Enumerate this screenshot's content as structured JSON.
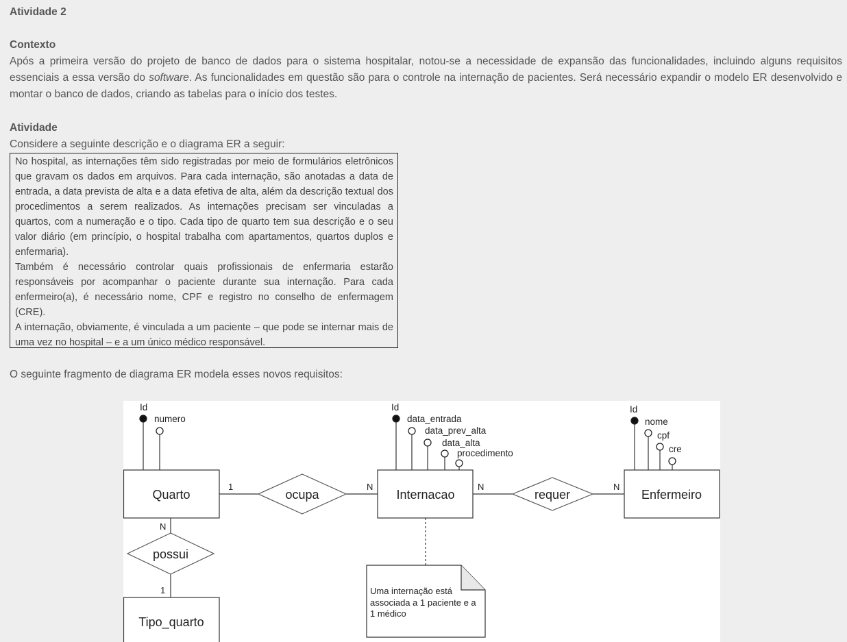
{
  "title": "Atividade 2",
  "context": {
    "heading": "Contexto",
    "text_before": "Após a primeira versão do projeto de banco de dados para o sistema hospitalar, notou-se a necessidade de expansão das funcionalidades, incluindo alguns requisitos essenciais a essa versão do ",
    "text_italic": "software",
    "text_after": ". As funcionalidades em questão são para o controle na internação de pacientes. Será necessário expandir o modelo ER desenvolvido e montar o banco de dados, criando as tabelas para o início dos testes."
  },
  "activity": {
    "heading": "Atividade",
    "intro": "Considere a seguinte descrição e o diagrama ER a seguir:",
    "description": [
      "No hospital, as internações têm sido registradas por meio de formulários eletrônicos que gravam os dados em arquivos. Para cada internação, são anotadas a data de entrada, a data prevista de alta e a data efetiva de alta, além da descrição textual dos procedimentos a serem realizados. As internações precisam ser vinculadas a quartos, com a numeração e o tipo. Cada tipo de quarto tem sua descrição e o seu valor diário (em princípio, o hospital trabalha com apartamentos, quartos duplos e enfermaria).",
      "Também é necessário controlar quais profissionais de enfermaria estarão responsáveis por acompanhar o paciente durante sua internação. Para cada enfermeiro(a), é necessário nome, CPF e registro no conselho de enfermagem (CRE).",
      "A internação, obviamente, é vinculada a um paciente – que pode se internar mais de uma vez no hospital – e a um único médico responsável."
    ],
    "fragment_intro": "O seguinte fragmento de diagrama ER modela esses novos requisitos:"
  },
  "diagram": {
    "entities": {
      "quarto": "Quarto",
      "internacao": "Internacao",
      "enfermeiro": "Enfermeiro",
      "tipo_quarto": "Tipo_quarto"
    },
    "relationships": {
      "ocupa": "ocupa",
      "requer": "requer",
      "possui": "possui"
    },
    "attributes": {
      "quarto": [
        "Id",
        "numero"
      ],
      "internacao": [
        "Id",
        "data_entrada",
        "data_prev_alta",
        "data_alta",
        "procedimento"
      ],
      "enfermeiro": [
        "Id",
        "nome",
        "cpf",
        "cre"
      ]
    },
    "cardinalities": {
      "quarto_ocupa": "1",
      "ocupa_internacao": "N",
      "internacao_requer": "N",
      "requer_enfermeiro": "N",
      "quarto_possui": "N",
      "possui_tipo": "1"
    },
    "note_lines": [
      "Uma internação está",
      "associada a 1 paciente e a",
      "1 médico"
    ]
  }
}
